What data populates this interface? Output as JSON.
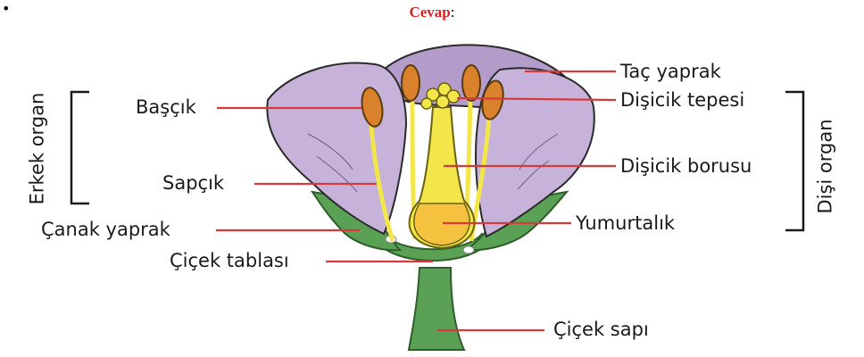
{
  "header": {
    "bullet": "•",
    "answer_label": "Cevap",
    "answer_colon": ":"
  },
  "labels": {
    "tac_yaprak": "Taç yaprak",
    "disicik_tepesi": "Dişicik tepesi",
    "disicik_borusu": "Dişicik borusu",
    "yumurtalik": "Yumurtalık",
    "cicek_sapi": "Çiçek sapı",
    "bascik": "Başçık",
    "sapcik": "Sapçık",
    "canak_yaprak": "Çanak yaprak",
    "cicek_tablasi": "Çiçek tablası"
  },
  "groups": {
    "erkek_organ": "Erkek organ",
    "disi_organ": "Dişi organ"
  },
  "colors": {
    "petal": "#c7b3da",
    "petal_dark": "#b39cca",
    "pistil": "#f2e64a",
    "ovary": "#f5c240",
    "anther": "#d9822b",
    "sepal": "#5aa055",
    "leader_line": "#d63a3a",
    "answer_red": "#d32222"
  }
}
